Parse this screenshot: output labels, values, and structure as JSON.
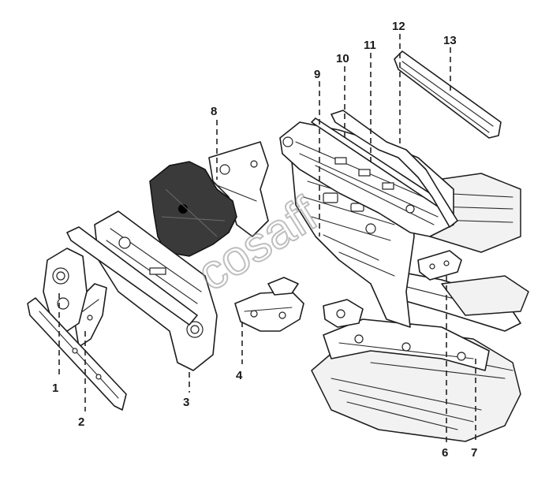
{
  "callouts": [
    {
      "id": "1",
      "label": "1"
    },
    {
      "id": "2",
      "label": "2"
    },
    {
      "id": "3",
      "label": "3"
    },
    {
      "id": "4",
      "label": "4"
    },
    {
      "id": "6",
      "label": "6"
    },
    {
      "id": "7",
      "label": "7"
    },
    {
      "id": "8",
      "label": "8"
    },
    {
      "id": "9",
      "label": "9"
    },
    {
      "id": "10",
      "label": "10"
    },
    {
      "id": "11",
      "label": "11"
    },
    {
      "id": "12",
      "label": "12"
    },
    {
      "id": "13",
      "label": "13"
    }
  ],
  "watermark": {
    "text": "cosaff"
  },
  "colors": {
    "line": "#1d1d1d",
    "shaded_part": "#3a3a3a",
    "background": "#ffffff"
  }
}
